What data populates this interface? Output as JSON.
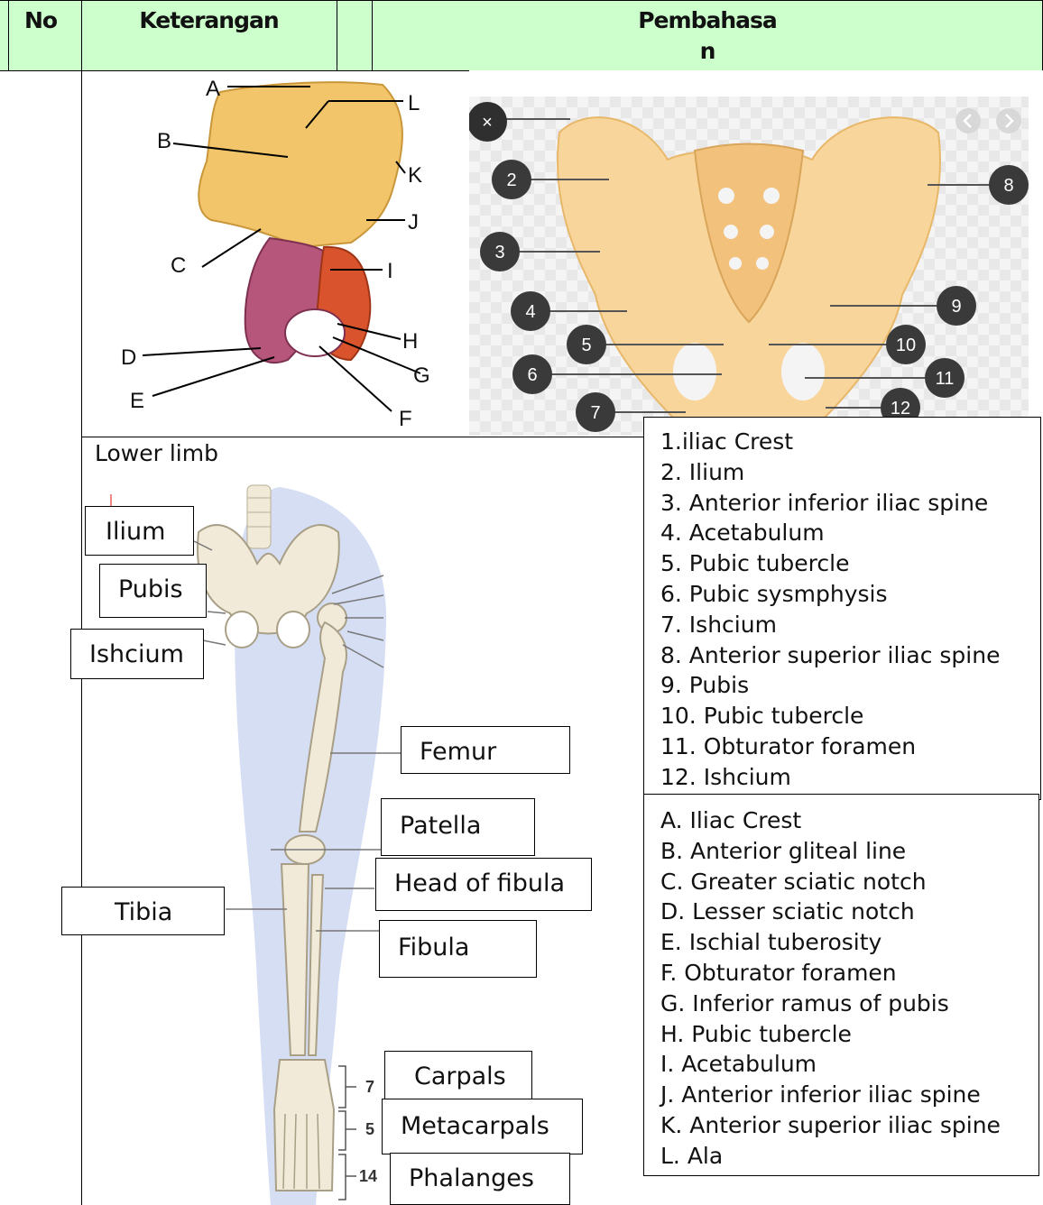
{
  "header": {
    "col_no": "No",
    "col_keterangan": "Keterangan",
    "col_pembahasan_line1": "Pembahasa",
    "col_pembahasan_line2": "n",
    "bg_color": "#ccffcc"
  },
  "hip_bone_figure": {
    "letters": [
      "A",
      "B",
      "C",
      "D",
      "E",
      "F",
      "G",
      "H",
      "I",
      "J",
      "K",
      "L"
    ]
  },
  "pelvis_figure": {
    "numbers": [
      "2",
      "3",
      "4",
      "5",
      "6",
      "7",
      "8",
      "9",
      "10",
      "11",
      "12"
    ],
    "close_icon": "close-icon",
    "nav_icons": [
      "chevron-left-icon",
      "chevron-right-icon"
    ]
  },
  "lower_limb": {
    "title": "Lower limb",
    "labels": {
      "ilium": "Ilium",
      "pubis": "Pubis",
      "ishcium": "Ishcium",
      "femur": "Femur",
      "patella": "Patella",
      "head_of_fibula": "Head of fibula",
      "tibia": "Tibia",
      "fibula": "Fibula",
      "carpals": "Carpals",
      "metacarpals": "Metacarpals",
      "phalanges": "Phalanges"
    },
    "bracket_counts": [
      "7",
      "5",
      "14"
    ]
  },
  "numbered_list": [
    "1.iliac Crest",
    "2. Ilium",
    "3. Anterior inferior iliac spine",
    "4. Acetabulum",
    "5. Pubic tubercle",
    "6. Pubic sysmphysis",
    "7. Ishcium",
    "8. Anterior superior iliac spine",
    "9. Pubis",
    "10. Pubic tubercle",
    "11. Obturator foramen",
    "12. Ishcium"
  ],
  "lettered_list": [
    "A. Iliac Crest",
    "B. Anterior gliteal line",
    "C. Greater sciatic notch",
    "D. Lesser sciatic notch",
    "E. Ischial tuberosity",
    "F. Obturator foramen",
    "G. Inferior ramus of pubis",
    "H. Pubic tubercle",
    "I. Acetabulum",
    "J. Anterior inferior iliac spine",
    "K. Anterior superior iliac spine",
    "L. Ala"
  ]
}
